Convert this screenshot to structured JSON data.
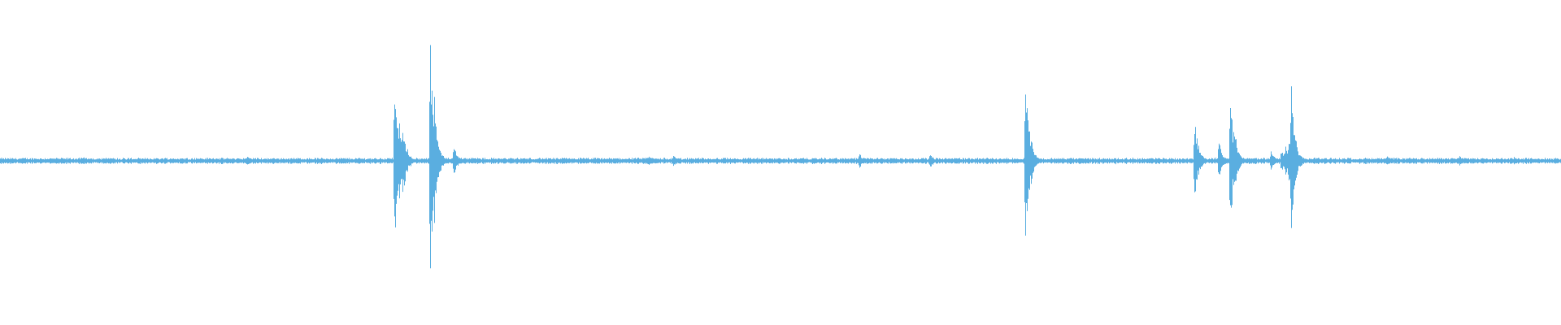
{
  "waveform": {
    "color": "#5aaee0",
    "background": "#ffffff",
    "baseline_amplitude": 0.012,
    "bursts": [
      {
        "t": 0.053,
        "amp": 0.03
      },
      {
        "t": 0.071,
        "amp": 0.025
      },
      {
        "t": 0.158,
        "amp": 0.04
      },
      {
        "t": 0.2525,
        "amp": 0.63
      },
      {
        "t": 0.2555,
        "amp": 0.33
      },
      {
        "t": 0.2575,
        "amp": 0.33
      },
      {
        "t": 0.2755,
        "amp": 0.86
      },
      {
        "t": 0.278,
        "amp": 0.45
      },
      {
        "t": 0.2905,
        "amp": 0.12
      },
      {
        "t": 0.4155,
        "amp": 0.03
      },
      {
        "t": 0.431,
        "amp": 0.04
      },
      {
        "t": 0.5505,
        "amp": 0.05
      },
      {
        "t": 0.5955,
        "amp": 0.05
      },
      {
        "t": 0.6565,
        "amp": 0.79
      },
      {
        "t": 0.659,
        "amp": 0.25
      },
      {
        "t": 0.765,
        "amp": 0.33
      },
      {
        "t": 0.7805,
        "amp": 0.14
      },
      {
        "t": 0.788,
        "amp": 0.5
      },
      {
        "t": 0.791,
        "amp": 0.2
      },
      {
        "t": 0.814,
        "amp": 0.08
      },
      {
        "t": 0.8205,
        "amp": 0.1
      },
      {
        "t": 0.823,
        "amp": 0.13
      },
      {
        "t": 0.8255,
        "amp": 0.22
      },
      {
        "t": 0.827,
        "amp": 0.52
      },
      {
        "t": 0.8885,
        "amp": 0.04
      },
      {
        "t": 0.9345,
        "amp": 0.04
      },
      {
        "t": 0.9695,
        "amp": 0.03
      }
    ]
  }
}
